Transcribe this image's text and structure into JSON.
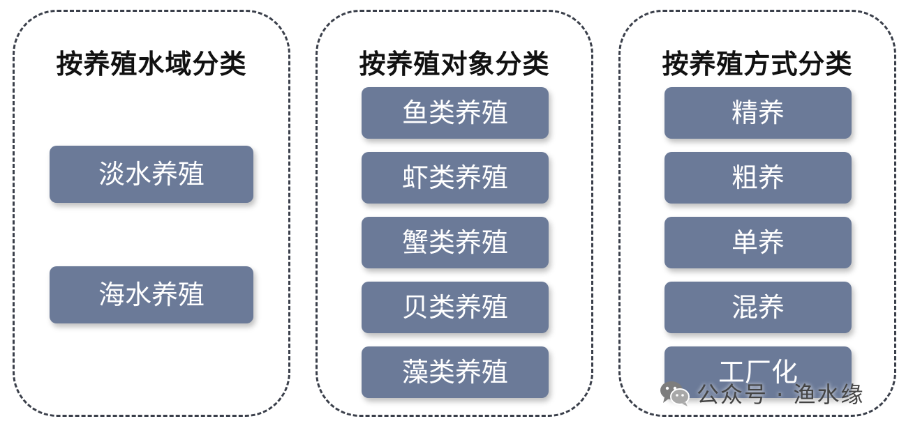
{
  "panels": [
    {
      "title": "按养殖水域分类",
      "items": [
        "淡水养殖",
        "海水养殖"
      ]
    },
    {
      "title": "按养殖对象分类",
      "items": [
        "鱼类养殖",
        "虾类养殖",
        "蟹类养殖",
        "贝类养殖",
        "藻类养殖"
      ]
    },
    {
      "title": "按养殖方式分类",
      "items": [
        "精养",
        "粗养",
        "单养",
        "混养",
        "工厂化"
      ]
    }
  ],
  "watermark": {
    "text": "公众号 · 渔水缘",
    "icon": "wechat-icon"
  },
  "colors": {
    "item_fill": "#6b7a98",
    "item_text": "#ffffff",
    "border": "#3a3f4a",
    "title_text": "#111111"
  }
}
